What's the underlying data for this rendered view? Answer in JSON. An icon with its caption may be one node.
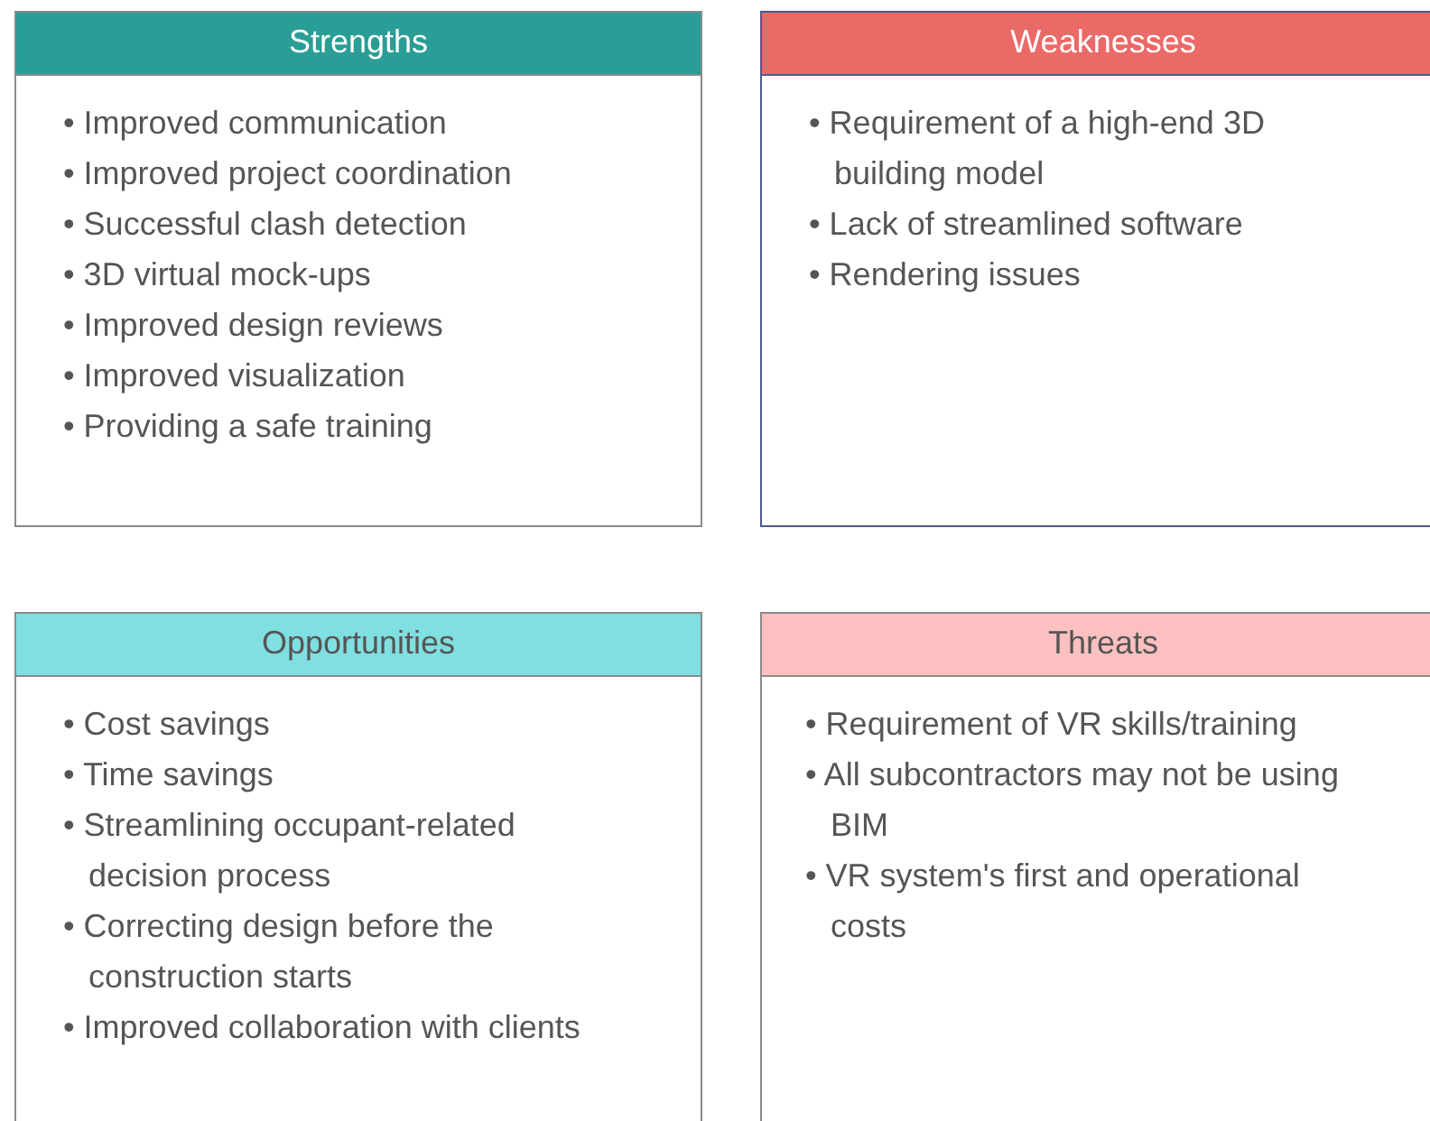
{
  "diagram": {
    "nodes": [
      {
        "text": [
          "Strengths",
          "• Improved communication",
          "• Improved project coordination",
          "• Successful clash detection",
          "• 3D virtual mock-ups",
          "• Improved design reviews",
          "• Improved visualization",
          "• Providing a safe training"
        ]
      },
      {
        "text": [
          "Weaknesses",
          "• Requirement of a high-end 3D building model",
          "• Lack of streamlined software",
          "• Rendering issues"
        ]
      },
      {
        "text": [
          "Opportunities",
          "• Cost savings",
          "• Time savings",
          "• Streamlining occupant-related decision process",
          "• Correcting design before the construction starts",
          "• Improved collaboration with clients"
        ]
      },
      {
        "text": [
          "Threats",
          "• Requirement of VR skills/training",
          "• All subcontractors may not be using BIM",
          "• VR system's first and operational costs"
        ]
      }
    ]
  }
}
